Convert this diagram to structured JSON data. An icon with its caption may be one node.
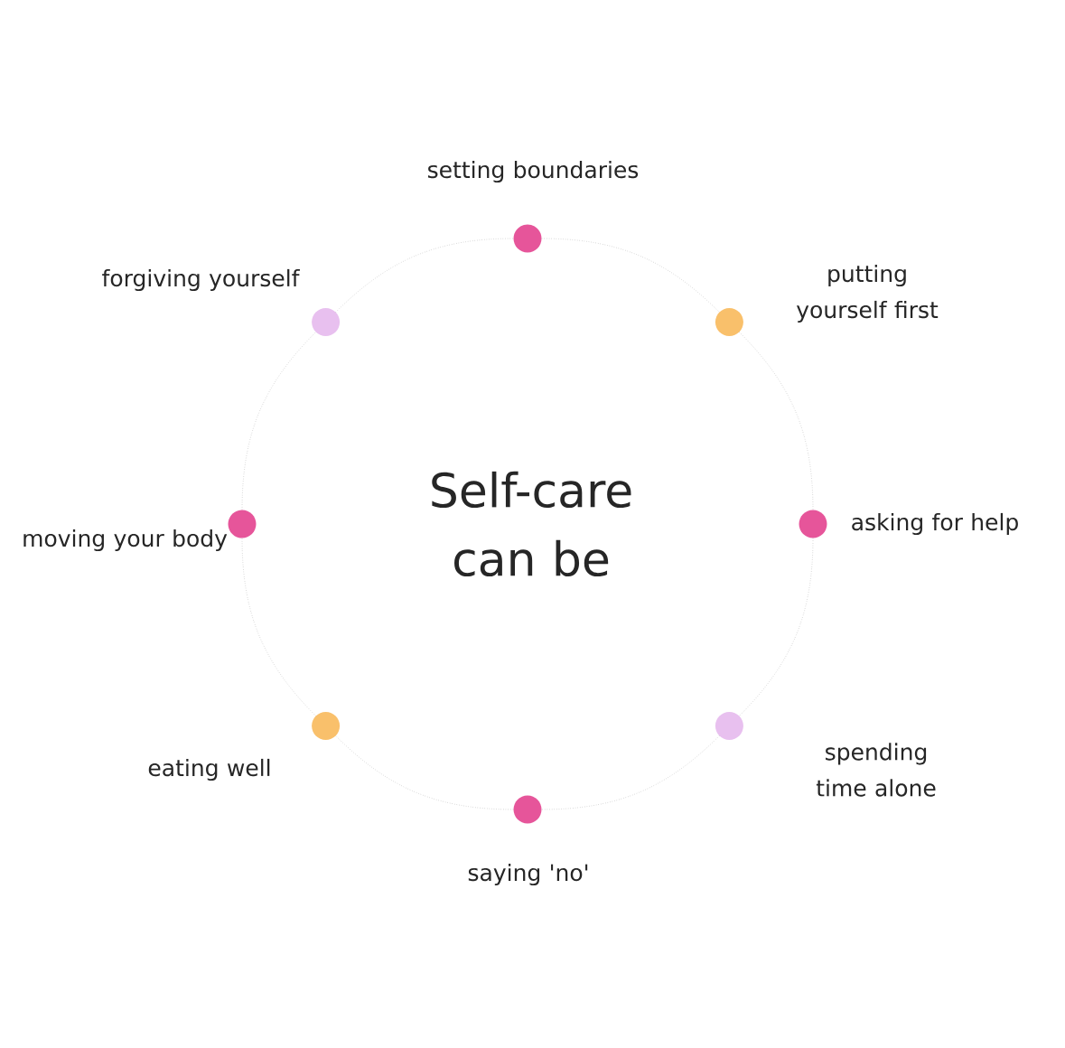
{
  "diagram": {
    "title": "Self-care can be",
    "nodes": [
      {
        "text": [],
        "shape": "circle",
        "beside": [
          "setting boundaries"
        ]
      },
      {
        "text": [],
        "shape": "circle",
        "beside": [
          "putting yourself first"
        ]
      },
      {
        "text": [],
        "shape": "circle",
        "beside": [
          "asking for help"
        ]
      },
      {
        "text": [],
        "shape": "circle",
        "beside": [
          "spending time alone"
        ]
      },
      {
        "text": [],
        "shape": "circle",
        "beside": [
          "saying 'no'"
        ]
      },
      {
        "text": [],
        "shape": "circle",
        "beside": [
          "eating well"
        ]
      },
      {
        "text": [],
        "shape": "circle",
        "beside": [
          "moving your body"
        ]
      },
      {
        "text": [],
        "shape": "circle",
        "beside": [
          "forgiving yourself"
        ]
      }
    ],
    "edges": [
      {
        "from": 0,
        "to": 1,
        "arrow": "none"
      },
      {
        "from": 1,
        "to": 2,
        "arrow": "none"
      },
      {
        "from": 2,
        "to": 3,
        "arrow": "none"
      },
      {
        "from": 3,
        "to": 4,
        "arrow": "none"
      },
      {
        "from": 4,
        "to": 5,
        "arrow": "none"
      },
      {
        "from": 5,
        "to": 6,
        "arrow": "none"
      },
      {
        "from": 6,
        "to": 7,
        "arrow": "none"
      },
      {
        "from": 7,
        "to": 0,
        "arrow": "none"
      }
    ]
  }
}
